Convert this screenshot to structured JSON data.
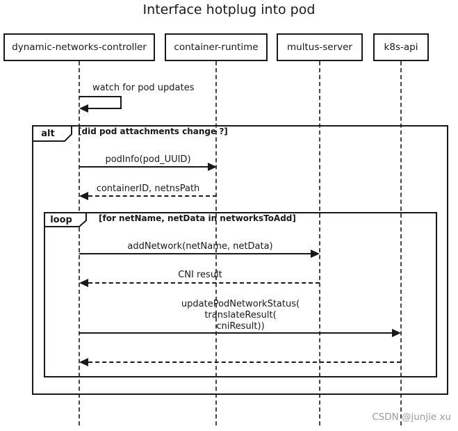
{
  "title": "Interface hotplug into pod",
  "participants": [
    {
      "name": "dynamic-networks-controller"
    },
    {
      "name": "container-runtime"
    },
    {
      "name": "multus-server"
    },
    {
      "name": "k8s-api"
    }
  ],
  "self_message": {
    "label": "watch for pod updates",
    "actor": "dynamic-networks-controller"
  },
  "frames": {
    "alt": {
      "label": "alt",
      "condition": "[did pod attachments change ?]"
    },
    "loop": {
      "label": "loop",
      "condition": "[for netName, netData in networksToAdd]"
    }
  },
  "messages": [
    {
      "label": "podInfo(pod_UUID)",
      "from": "dynamic-networks-controller",
      "to": "container-runtime",
      "style": "solid"
    },
    {
      "label": "containerID, netnsPath",
      "from": "container-runtime",
      "to": "dynamic-networks-controller",
      "style": "dashed"
    },
    {
      "label": "addNetwork(netName, netData)",
      "from": "dynamic-networks-controller",
      "to": "multus-server",
      "style": "solid"
    },
    {
      "label": "CNI result",
      "from": "multus-server",
      "to": "dynamic-networks-controller",
      "style": "dashed"
    },
    {
      "label": "updatePodNetworkStatus(\ntranslateResult(\ncniResult))",
      "from": "dynamic-networks-controller",
      "to": "k8s-api",
      "style": "solid"
    },
    {
      "label": "",
      "from": "k8s-api",
      "to": "dynamic-networks-controller",
      "style": "dashed"
    }
  ],
  "watermark": "CSDN @junjie xu",
  "colors": {
    "line": "#181818",
    "text": "#181818",
    "lifeline": "#454545",
    "watermark": "#9b9b9b",
    "background": "#ffffff"
  }
}
